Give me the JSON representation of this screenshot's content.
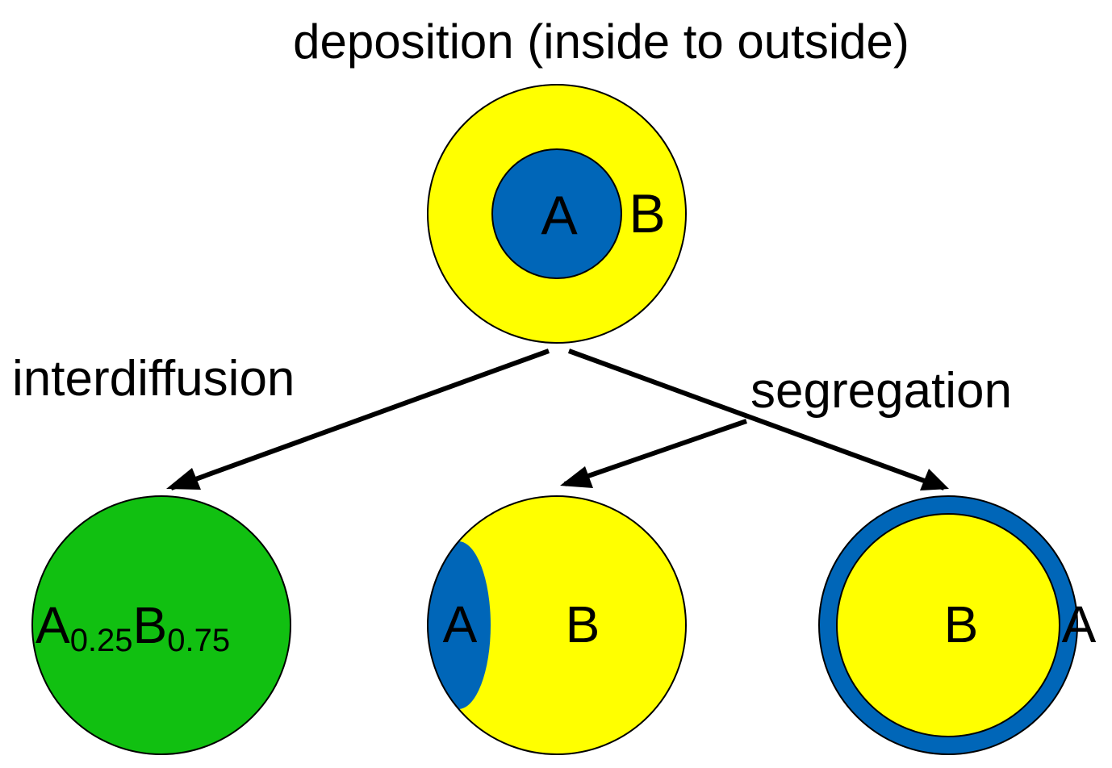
{
  "title": "deposition (inside to outside)",
  "labels": {
    "interdiffusion": "interdiffusion",
    "segregation": "segregation"
  },
  "top_particle": {
    "core_label": "A",
    "shell_label": "B"
  },
  "bottom_left_particle": {
    "a_symbol": "A",
    "a_subscript": "0.25",
    "b_symbol": "B",
    "b_subscript": "0.75"
  },
  "bottom_middle_particle": {
    "cap_label": "A",
    "body_label": "B"
  },
  "bottom_right_particle": {
    "core_label": "B",
    "shell_label": "A"
  },
  "colors": {
    "yellow": "#FFFF00",
    "blue": "#0066B8",
    "green": "#11C011",
    "outline": "#000000",
    "arrow": "#000000"
  }
}
